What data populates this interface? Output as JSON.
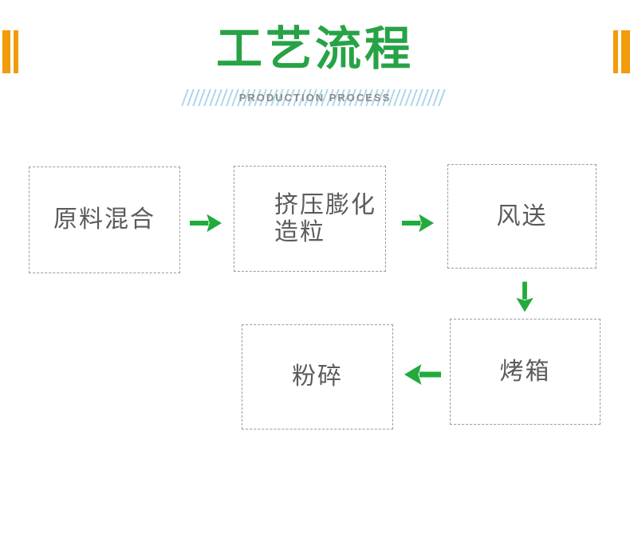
{
  "header": {
    "title": "工艺流程",
    "subtitle": "PRODUCTION PROCESS"
  },
  "flow": {
    "steps": [
      {
        "label": "原料混合"
      },
      {
        "label_lines": [
          "挤压膨化",
          "造粒"
        ]
      },
      {
        "label": "风送"
      },
      {
        "label": "烤箱"
      },
      {
        "label": "粉碎"
      }
    ]
  },
  "icons": {
    "arrow_right": "→",
    "arrow_down": "↓",
    "arrow_left": "←"
  },
  "colors": {
    "title_green": "#27A346",
    "arrow_green": "#21AB3B",
    "accent_orange": "#F29B0B",
    "stripe_blue": "#A8D4EA",
    "box_text_gray": "#5B5B5B",
    "subtitle_gray": "#8B8B8B",
    "border_gray": "#9C9C9C"
  }
}
